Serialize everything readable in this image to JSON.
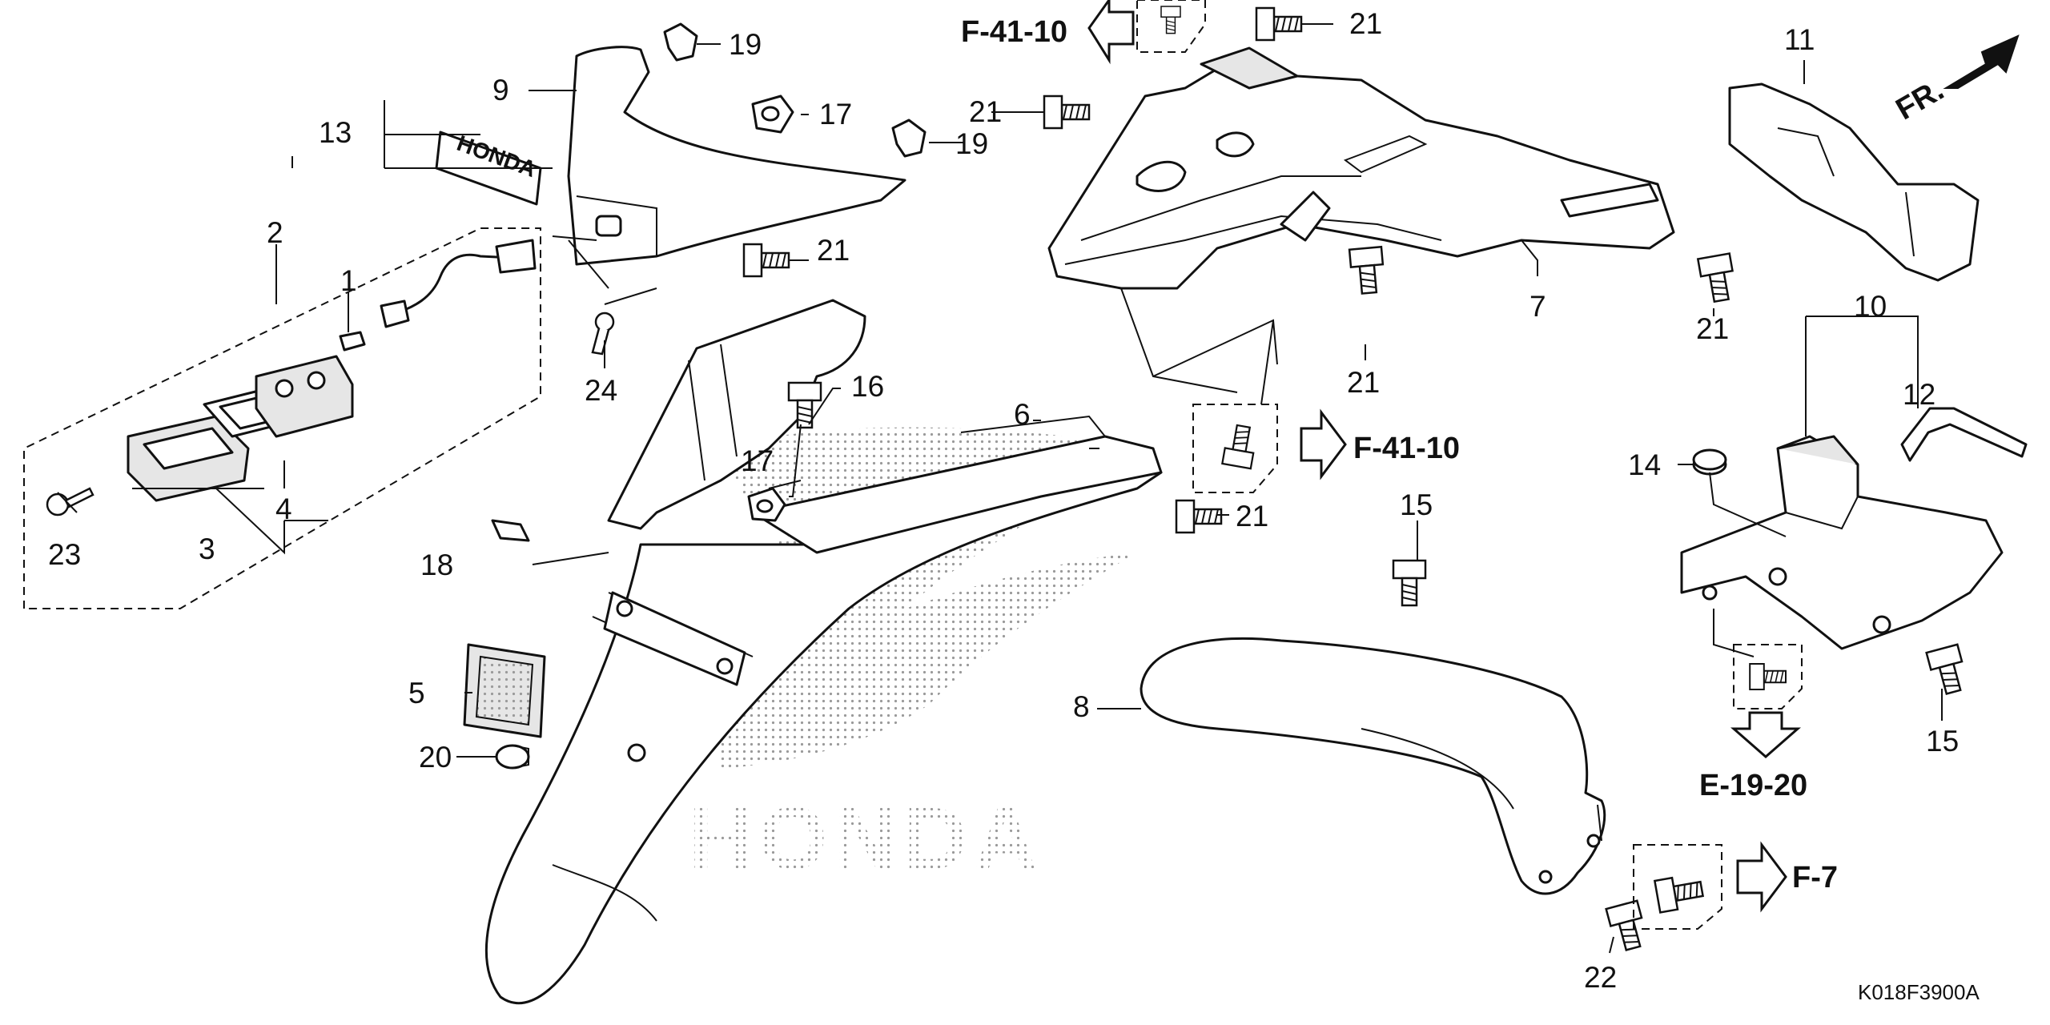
{
  "callouts": [
    "1",
    "2",
    "3",
    "4",
    "5",
    "6",
    "7",
    "8",
    "9",
    "10",
    "11",
    "12",
    "13",
    "14",
    "15",
    "15",
    "16",
    "17",
    "17",
    "18",
    "19",
    "19",
    "20",
    "21",
    "21",
    "21",
    "21",
    "21",
    "21",
    "22",
    "23",
    "24"
  ],
  "refs": {
    "f41_top": "F-41-10",
    "f41_mid": "F-41-10",
    "e19": "E-19-20",
    "f7": "F-7"
  },
  "direction_label": "FR.",
  "fender_logo": "HONDA",
  "emblem_text": "HONDA",
  "diagram_code": "K018F3900A"
}
